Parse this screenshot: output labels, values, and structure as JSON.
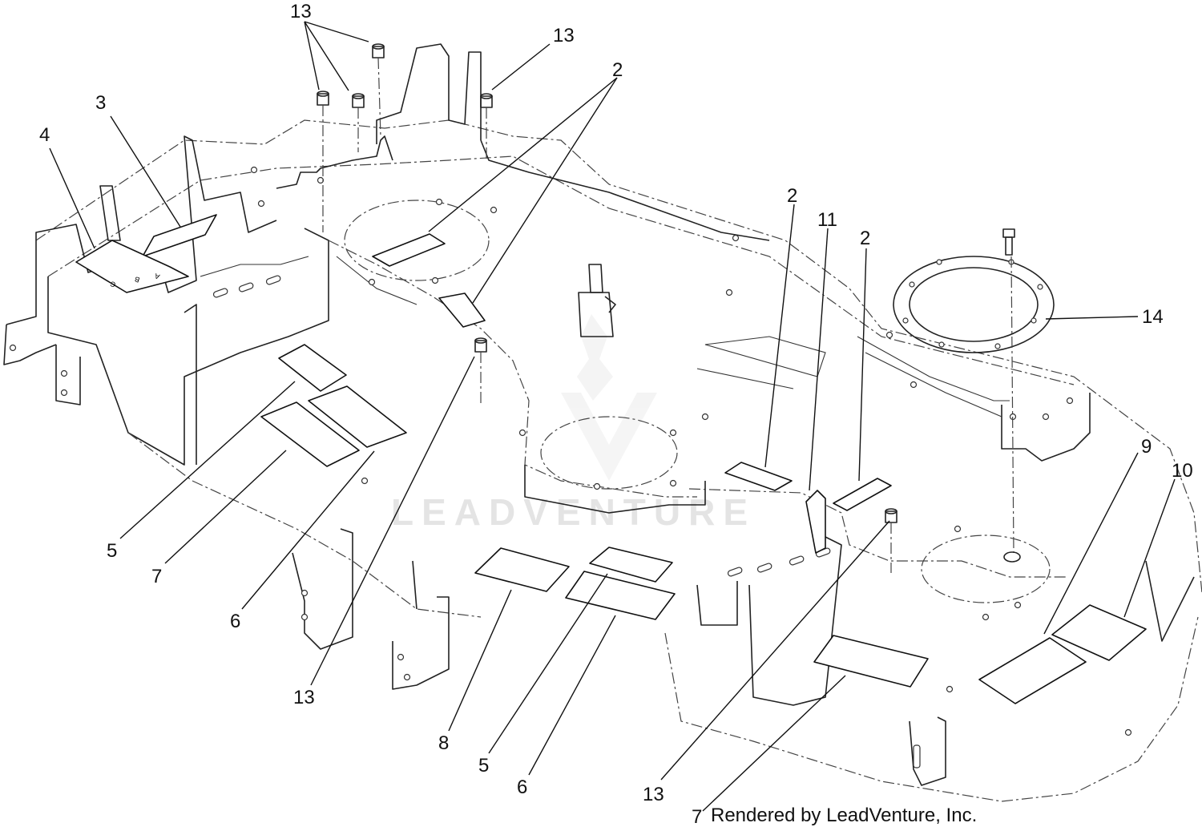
{
  "callouts": {
    "c13_top_left": "13",
    "c13_top_right": "13",
    "c2_top": "2",
    "c3": "3",
    "c4": "4",
    "c2_mid": "2",
    "c11": "11",
    "c2_right": "2",
    "c14": "14",
    "c9": "9",
    "c10": "10",
    "c5_left": "5",
    "c7_left": "7",
    "c6_left": "6",
    "c13_mid": "13",
    "c8": "8",
    "c5_bottom": "5",
    "c6_bottom": "6",
    "c13_bottom": "13",
    "c7_bottom": "7"
  },
  "decal_letters": [
    "A",
    "B",
    "C"
  ],
  "watermark": "LEADVENTURE",
  "credit": "Rendered by LeadVenture, Inc."
}
